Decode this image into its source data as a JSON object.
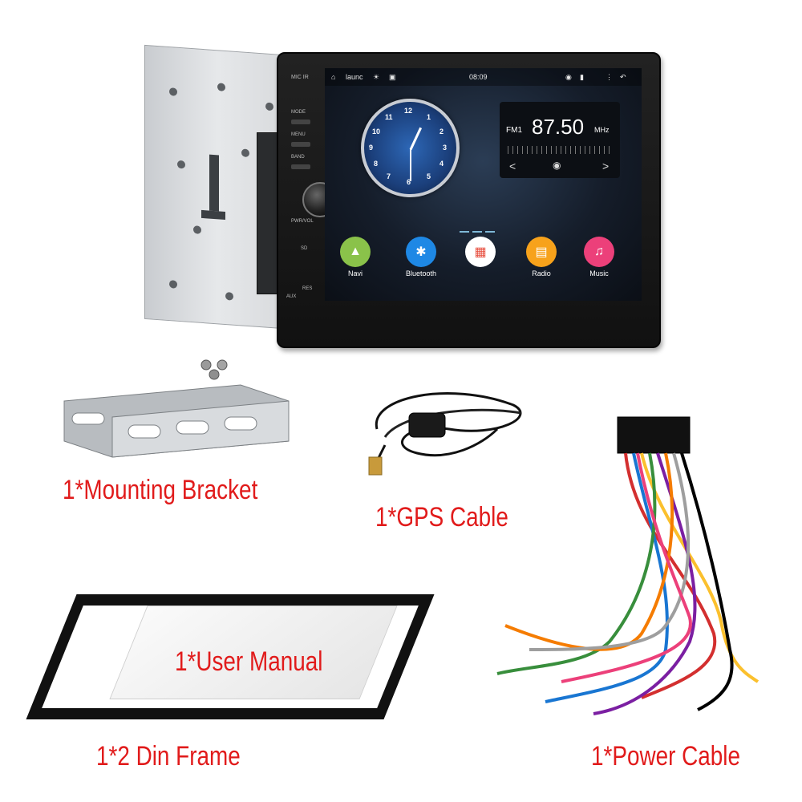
{
  "stereo": {
    "hardware_labels": [
      "MIC",
      "IR",
      "MODE",
      "MENU",
      "BAND",
      "PWR/VOL",
      "SD",
      "RES",
      "AUX"
    ],
    "status": {
      "launcher_label": "launc",
      "time": "08:09"
    },
    "clock_numbers": [
      "12",
      "1",
      "2",
      "3",
      "4",
      "5",
      "6",
      "7",
      "8",
      "9",
      "10",
      "11"
    ],
    "radio": {
      "band": "FM1",
      "frequency": "87.50",
      "unit": "MHz",
      "prev": "<",
      "next": ">"
    },
    "apps": [
      {
        "label": "Navi",
        "icon": "navi-icon",
        "color": "#8ac24a"
      },
      {
        "label": "Bluetooth",
        "icon": "bluetooth-icon",
        "color": "#1e88e5"
      },
      {
        "label": "",
        "icon": "apps-grid-icon",
        "color": "#ffffff"
      },
      {
        "label": "Radio",
        "icon": "radio-icon",
        "color": "#f7a21b"
      },
      {
        "label": "Music",
        "icon": "music-icon",
        "color": "#ec407a"
      }
    ]
  },
  "captions": {
    "bracket": "1*Mounting Bracket",
    "gps": "1*GPS Cable",
    "manual": "1*User Manual",
    "frame": "1*2 Din  Frame",
    "power": "1*Power Cable"
  },
  "colors": {
    "caption": "#e11b1b"
  }
}
